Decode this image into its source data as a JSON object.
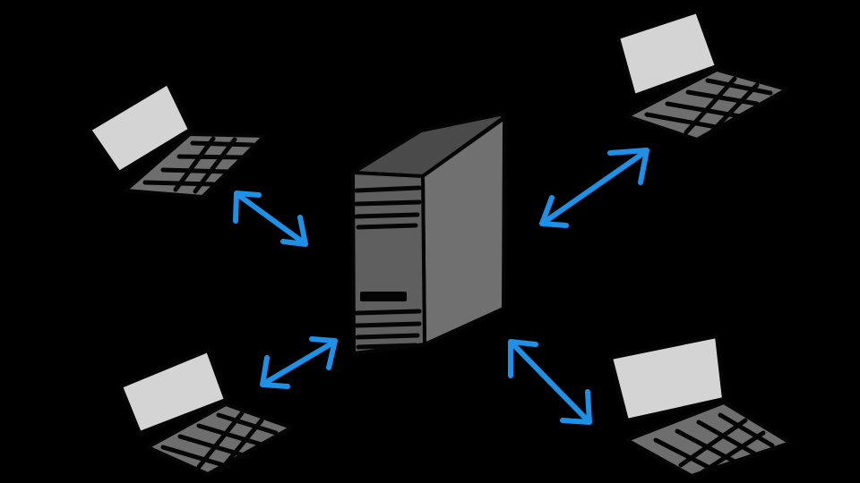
{
  "colors": {
    "background": "#000000",
    "outline": "#050505",
    "laptop_screen": "#d4d4d4",
    "laptop_keyboard_base": "#6e6e6e",
    "server_front": "#5f5f5f",
    "server_side": "#707070",
    "server_top": "#4a4a4a",
    "arrow": "#1e90e6"
  },
  "diagram": {
    "center_node": {
      "kind": "server",
      "icon": "server-tower-icon"
    },
    "clients": [
      {
        "id": "top-left",
        "icon": "laptop-icon"
      },
      {
        "id": "top-right",
        "icon": "laptop-icon"
      },
      {
        "id": "bottom-left",
        "icon": "laptop-icon"
      },
      {
        "id": "bottom-right",
        "icon": "laptop-icon"
      }
    ],
    "connections": [
      {
        "from": "server",
        "to": "top-left",
        "direction": "bidirectional"
      },
      {
        "from": "server",
        "to": "top-right",
        "direction": "bidirectional"
      },
      {
        "from": "server",
        "to": "bottom-left",
        "direction": "bidirectional"
      },
      {
        "from": "server",
        "to": "bottom-right",
        "direction": "bidirectional"
      }
    ]
  }
}
